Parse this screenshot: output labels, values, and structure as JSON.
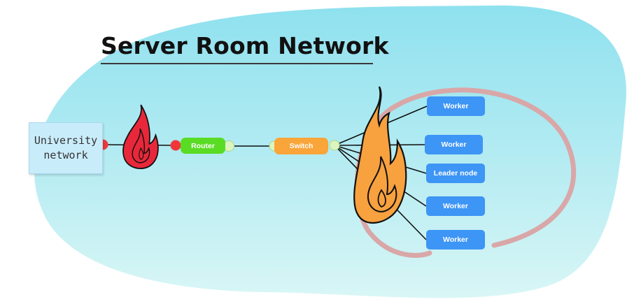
{
  "title": "Server Room Network",
  "sticky_note": "University\nnetwork",
  "router_label": "Router",
  "switch_label": "Switch",
  "nodes": [
    "Worker",
    "Worker",
    "Leader node",
    "Worker",
    "Worker"
  ],
  "colors": {
    "background_blob": "#9ee6f0",
    "router": "#59dc23",
    "switch": "#f9a53a",
    "node": "#3d95f5",
    "fire_red": "#e8283a",
    "fire_orange": "#f7a13f",
    "cluster_ring": "#d9a7a8",
    "connector_red": "#f0383a",
    "connector_green": "#dcf5c0"
  },
  "icons": [
    "flame-icon",
    "flame-icon"
  ]
}
